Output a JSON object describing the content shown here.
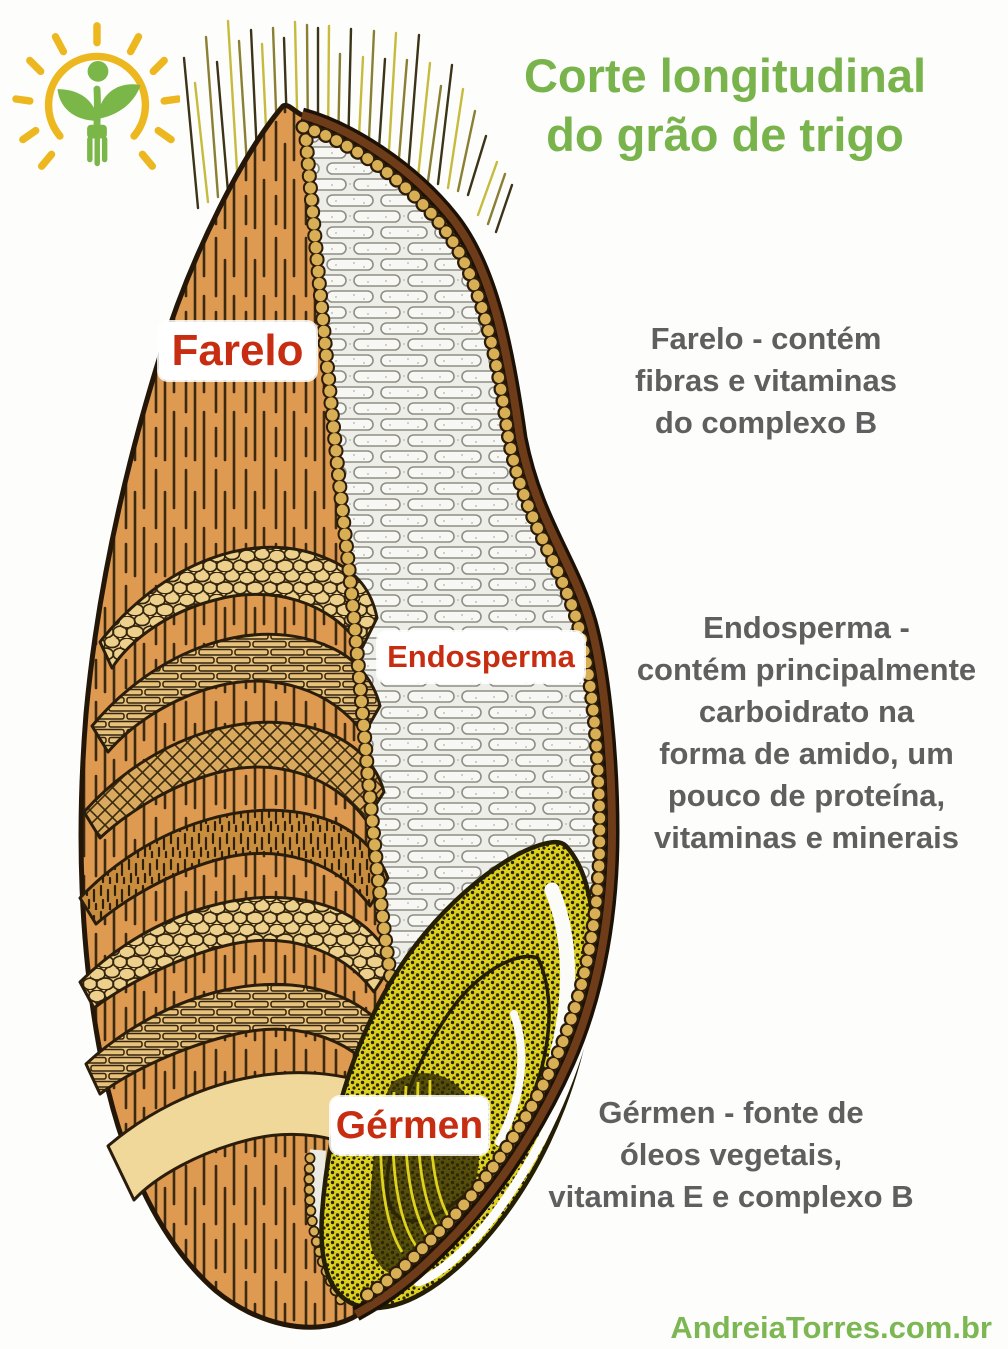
{
  "title": {
    "line1": "Corte longitudinal",
    "line2": "do grão de trigo"
  },
  "branding": {
    "logo_icon": "sun-plant-fork-icon",
    "website": "AndreiaTorres.com.br"
  },
  "diagram": {
    "subject": "wheat-grain-longitudinal-section",
    "part_labels": [
      {
        "id": "farelo",
        "text": "Farelo"
      },
      {
        "id": "endosperma",
        "text": "Endosperma"
      },
      {
        "id": "germen",
        "text": "Gérmen"
      }
    ],
    "annotations": {
      "farelo": {
        "lines": [
          "Farelo - contém",
          "fibras e vitaminas",
          "do complexo B"
        ]
      },
      "endosperma": {
        "lines": [
          "Endosperma -",
          "contém principalmente",
          "carboidrato na",
          "forma de amido, um",
          "pouco de proteína,",
          "vitaminas e minerais"
        ]
      },
      "germen": {
        "lines": [
          "Gérmen - fonte de",
          "óleos vegetais,",
          "vitamina E e complexo B"
        ]
      }
    }
  },
  "colors": {
    "title_green": "#78b44b",
    "website_green": "#7cb753",
    "label_red": "#c72e11",
    "annotation_gray": "#5f5f5f",
    "bran_orange": "#df9a52",
    "flap_tan": "#ecd08c",
    "endosperm_white": "#f4f4ef",
    "aleurone_gold": "#d9af56",
    "germ_yellow": "#ded21f",
    "outline_dark": "#241708",
    "logo_yellow": "#ecb71f",
    "logo_green": "#7ab648",
    "background": "#fdfdfc"
  }
}
